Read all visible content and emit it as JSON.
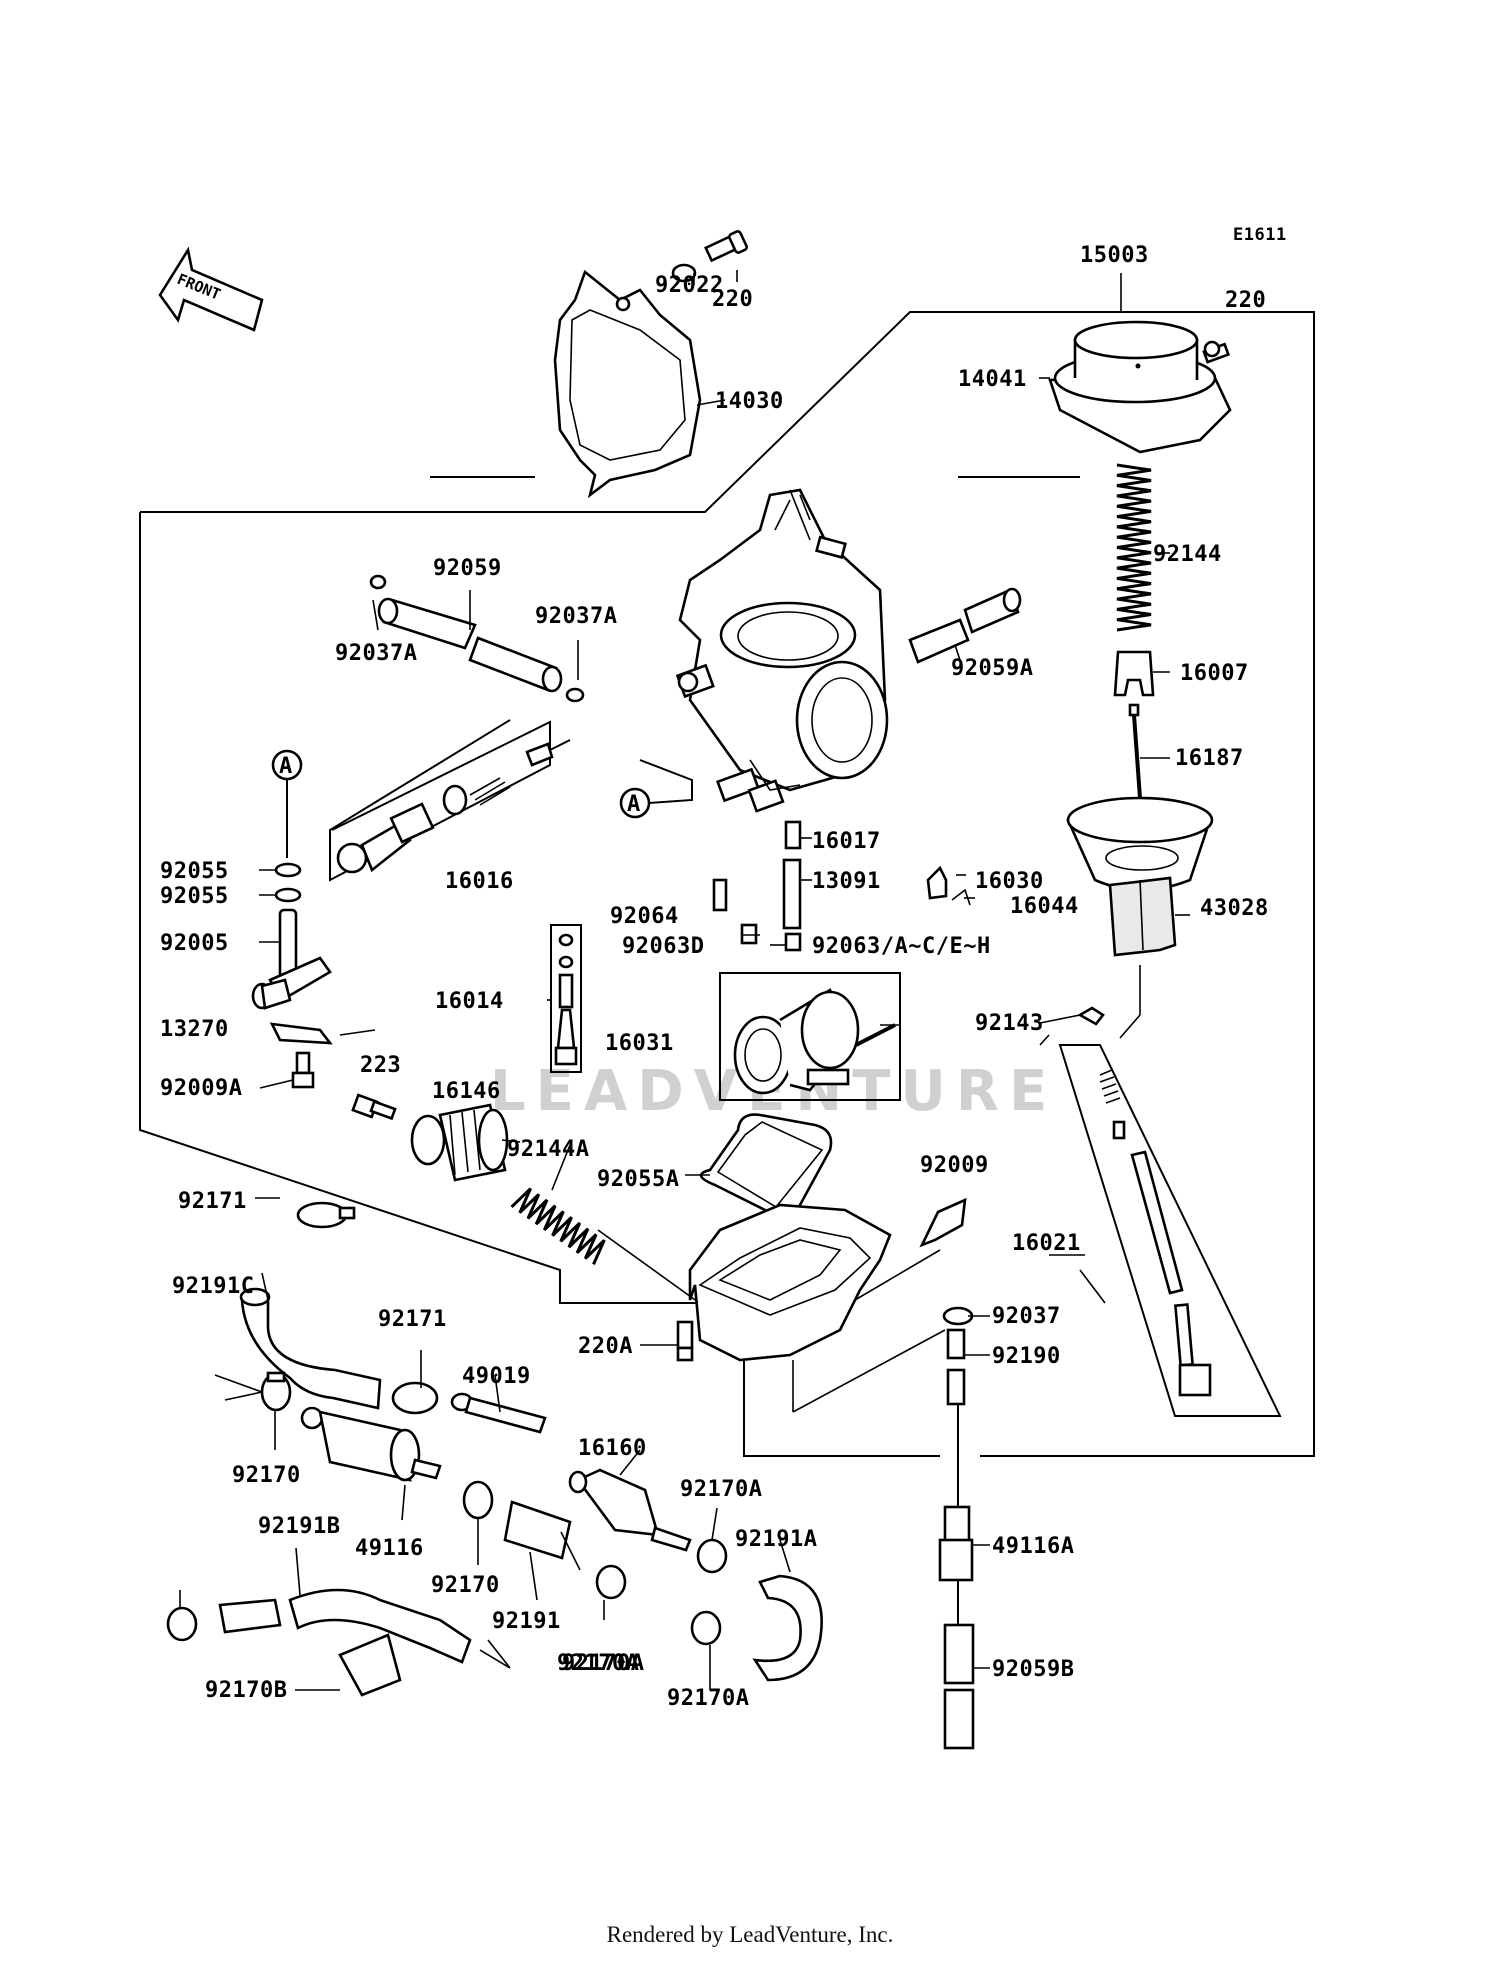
{
  "diagram": {
    "code": "E1611",
    "direction_arrow": "FRONT",
    "ref_marker": "A",
    "watermark": "LEADVENTURE",
    "parts": [
      "15003",
      "220",
      "92022",
      "220",
      "14030",
      "14041",
      "92144",
      "16007",
      "16187",
      "43028",
      "16030",
      "16044",
      "92059",
      "92037A",
      "92037A",
      "92059A",
      "16016",
      "92055",
      "92055",
      "92005",
      "13270",
      "92009A",
      "223",
      "16146",
      "92144A",
      "92055A",
      "16014",
      "16017",
      "13091",
      "92064",
      "92063D",
      "92063/A~C/E~H",
      "16031",
      "92143",
      "16021",
      "92009",
      "92037",
      "92190",
      "220A",
      "92171",
      "92191C",
      "92171",
      "49019",
      "92170",
      "49116",
      "16160",
      "92170A",
      "92191A",
      "92170A",
      "92191B",
      "92170",
      "92191",
      "92170A",
      "92170A",
      "92170B",
      "49116A",
      "92059B"
    ]
  },
  "footer": "Rendered by LeadVenture, Inc."
}
